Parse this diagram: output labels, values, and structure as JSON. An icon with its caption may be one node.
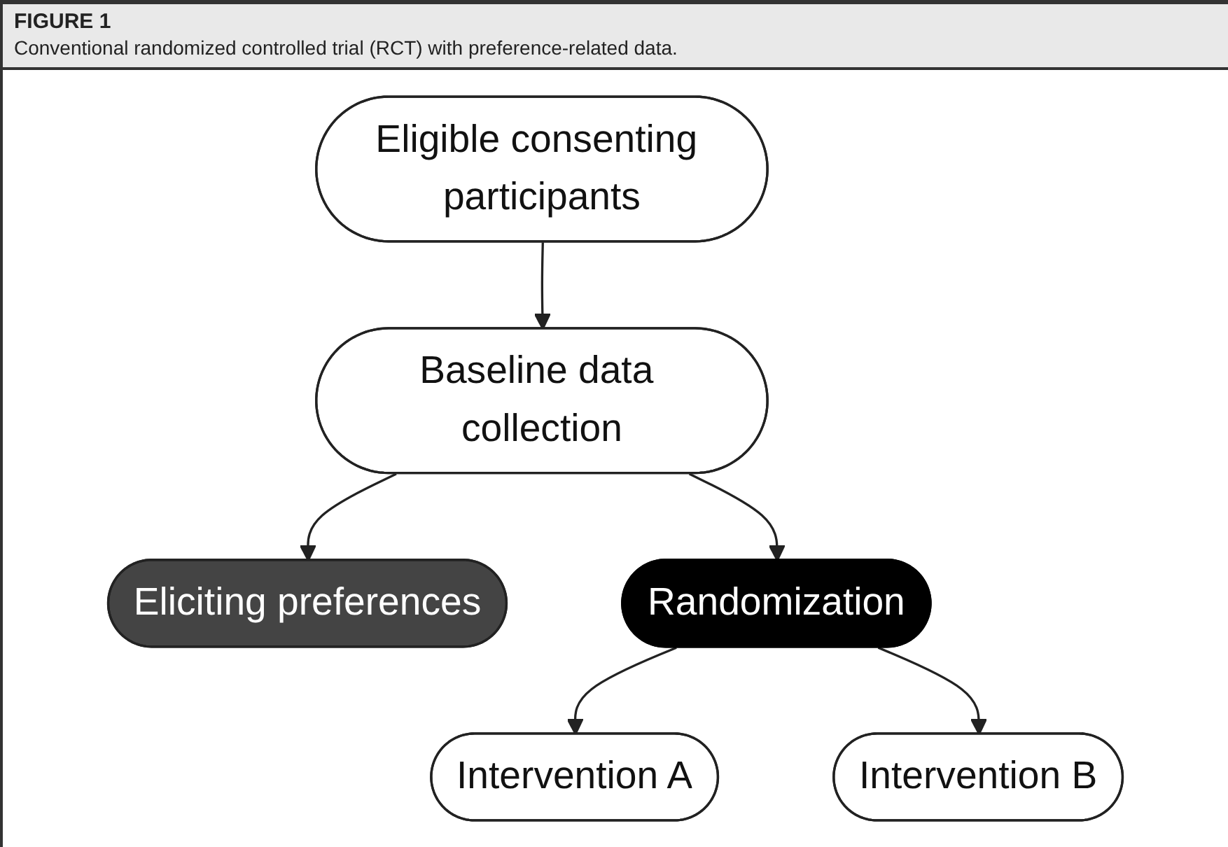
{
  "diagram": {
    "title": "FIGURE 1",
    "caption": "Conventional randomized controlled trial (RCT) with preference-related data.",
    "nodes": [
      {
        "text": [
          "Eligible consenting participants"
        ]
      },
      {
        "text": [
          "Baseline data collection"
        ]
      },
      {
        "text": [
          "Eliciting preferences"
        ]
      },
      {
        "text": [
          "Randomization"
        ]
      },
      {
        "text": [
          "Intervention A"
        ]
      },
      {
        "text": [
          "Intervention B"
        ]
      }
    ],
    "edges": [
      {
        "from": 0,
        "to": 1,
        "arrow": "to"
      },
      {
        "from": 1,
        "to": 2,
        "arrow": "to"
      },
      {
        "from": 1,
        "to": 3,
        "arrow": "to"
      },
      {
        "from": 3,
        "to": 4,
        "arrow": "to"
      },
      {
        "from": 3,
        "to": 5,
        "arrow": "to"
      }
    ]
  }
}
